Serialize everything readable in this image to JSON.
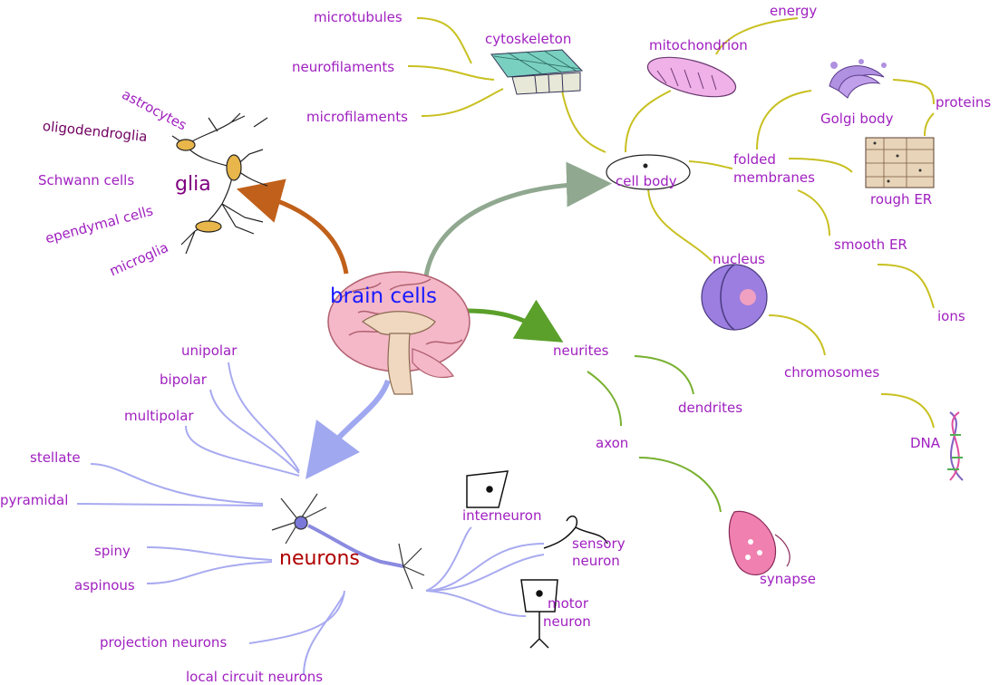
{
  "center": {
    "label": "brain cells"
  },
  "glia": {
    "label": "glia",
    "items": [
      "astrocytes",
      "oligodendroglia",
      "Schwann cells",
      "ependymal cells",
      "microglia"
    ]
  },
  "cell_body": {
    "label": "cell body",
    "cytoskeleton": {
      "label": "cytoskeleton",
      "items": [
        "microtubules",
        "neurofilaments",
        "microfilaments"
      ]
    },
    "mitochondrion": {
      "label": "mitochondrion",
      "items": [
        "energy"
      ]
    },
    "folded_membranes": {
      "label_line1": "folded",
      "label_line2": "membranes",
      "golgi": {
        "label": "Golgi body"
      },
      "proteins": "proteins",
      "rough_er": "rough ER",
      "smooth_er": "smooth ER",
      "ions": "ions"
    },
    "nucleus": {
      "label": "nucleus",
      "chromosomes": "chromosomes",
      "dna": "DNA"
    }
  },
  "neurites": {
    "label": "neurites",
    "dendrites": "dendrites",
    "axon": "axon",
    "synapse": "synapse"
  },
  "neurons": {
    "label": "neurons",
    "shape": [
      "unipolar",
      "bipolar",
      "multipolar",
      "stellate",
      "pyramidal"
    ],
    "spines": [
      "spiny",
      "aspinous"
    ],
    "projection": [
      "projection neurons",
      "local circuit neurons"
    ],
    "function": {
      "interneuron": "interneuron",
      "sensory_line1": "sensory",
      "sensory_line2": "neuron",
      "motor_line1": "motor",
      "motor_line2": "neuron"
    }
  },
  "colors": {
    "label_text": "#a020c0",
    "center_text": "#1a1aff",
    "neurons_text": "#b00000",
    "glia_arrow": "#c0601a",
    "cellbody_arrow": "#90a890",
    "neurites_arrow": "#5aa02a",
    "neurons_arrow": "#a0a8f0",
    "cellbody_links": "#c8c020",
    "neurite_links": "#78b030",
    "neuron_links": "#a8aaf0"
  }
}
